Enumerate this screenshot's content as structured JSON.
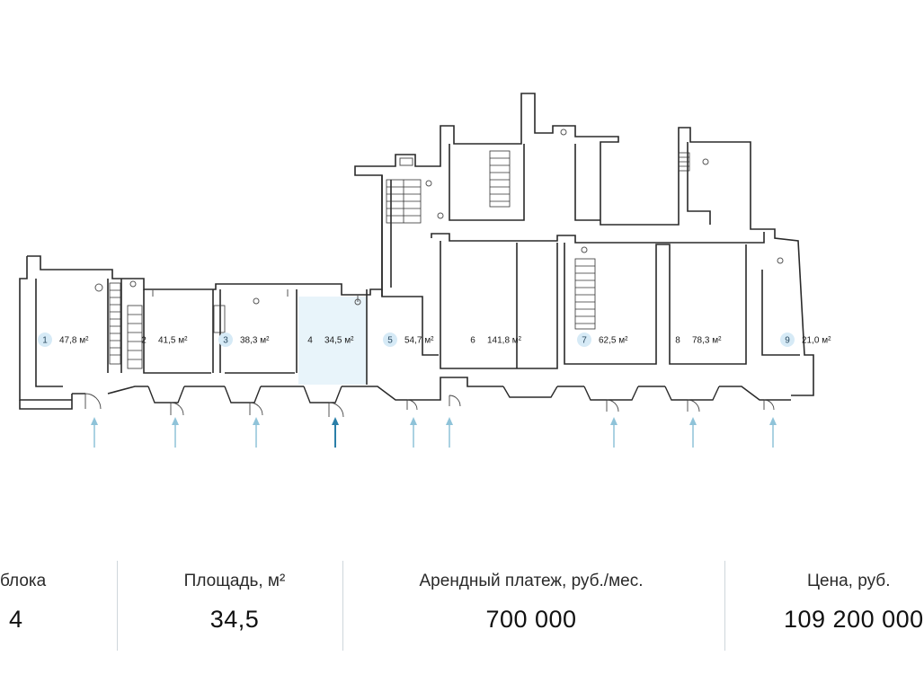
{
  "units": [
    {
      "num": "1",
      "area": "47,8 м²",
      "badge": true
    },
    {
      "num": "2",
      "area": "41,5 м²",
      "badge": false
    },
    {
      "num": "3",
      "area": "38,3 м²",
      "badge": true
    },
    {
      "num": "4",
      "area": "34,5 м²",
      "badge": false,
      "selected": true
    },
    {
      "num": "5",
      "area": "54,7 м²",
      "badge": true
    },
    {
      "num": "6",
      "area": "141,8 м²",
      "badge": false
    },
    {
      "num": "7",
      "area": "62,5 м²",
      "badge": true
    },
    {
      "num": "8",
      "area": "78,3 м²",
      "badge": false
    },
    {
      "num": "9",
      "area": "21,0 м²",
      "badge": true
    }
  ],
  "info": {
    "block": {
      "label": "блока",
      "value": "4"
    },
    "area": {
      "label": "Площадь, м²",
      "value": "34,5"
    },
    "rent": {
      "label": "Арендный платеж, руб./мес.",
      "value": "700 000"
    },
    "price": {
      "label": "Цена, руб.",
      "value": "109 200 000"
    }
  },
  "colors": {
    "accent": "#2b7fa8",
    "arrow": "#8fc3d9",
    "badge": "#d6eaf6",
    "selected_fill": "#e8f4fa"
  }
}
